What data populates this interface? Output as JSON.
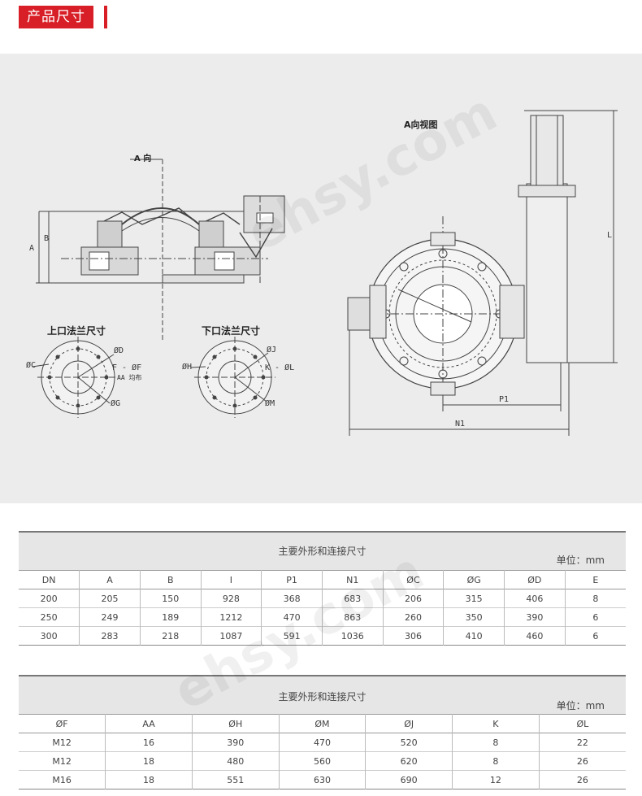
{
  "header": {
    "title": "产品尺寸"
  },
  "drawing": {
    "direction_mark": "A  向",
    "view_title": "A向视图",
    "upper_flange_title": "上口法兰尺寸",
    "lower_flange_title": "下口法兰尺寸",
    "dims": {
      "a": "A",
      "b": "B",
      "l": "L",
      "p1": "P1",
      "n1": "N1",
      "oc": "ØC",
      "od": "ØD",
      "fef": "F - ØF",
      "aa": "AA 均布",
      "og": "ØG",
      "oh": "ØH",
      "oj": "ØJ",
      "kl": "K - ØL",
      "om": "ØM"
    }
  },
  "watermark": "ehsy.com",
  "table1": {
    "title": "主要外形和连接尺寸",
    "unit": "单位：mm",
    "headers": [
      "DN",
      "A",
      "B",
      "I",
      "P1",
      "N1",
      "ØC",
      "ØG",
      "ØD",
      "E"
    ],
    "rows": [
      [
        "200",
        "205",
        "150",
        "928",
        "368",
        "683",
        "206",
        "315",
        "406",
        "8"
      ],
      [
        "250",
        "249",
        "189",
        "1212",
        "470",
        "863",
        "260",
        "350",
        "390",
        "6"
      ],
      [
        "300",
        "283",
        "218",
        "1087",
        "591",
        "1036",
        "306",
        "410",
        "460",
        "6"
      ]
    ]
  },
  "table2": {
    "title": "主要外形和连接尺寸",
    "unit": "单位：mm",
    "headers": [
      "ØF",
      "AA",
      "ØH",
      "ØM",
      "ØJ",
      "K",
      "ØL"
    ],
    "rows": [
      [
        "M12",
        "16",
        "390",
        "470",
        "520",
        "8",
        "22"
      ],
      [
        "M12",
        "18",
        "480",
        "560",
        "620",
        "8",
        "26"
      ],
      [
        "M16",
        "18",
        "551",
        "630",
        "690",
        "12",
        "26"
      ]
    ]
  },
  "colors": {
    "accent": "#d81e26",
    "panel": "#ececec",
    "table_header": "#e6e6e6"
  }
}
